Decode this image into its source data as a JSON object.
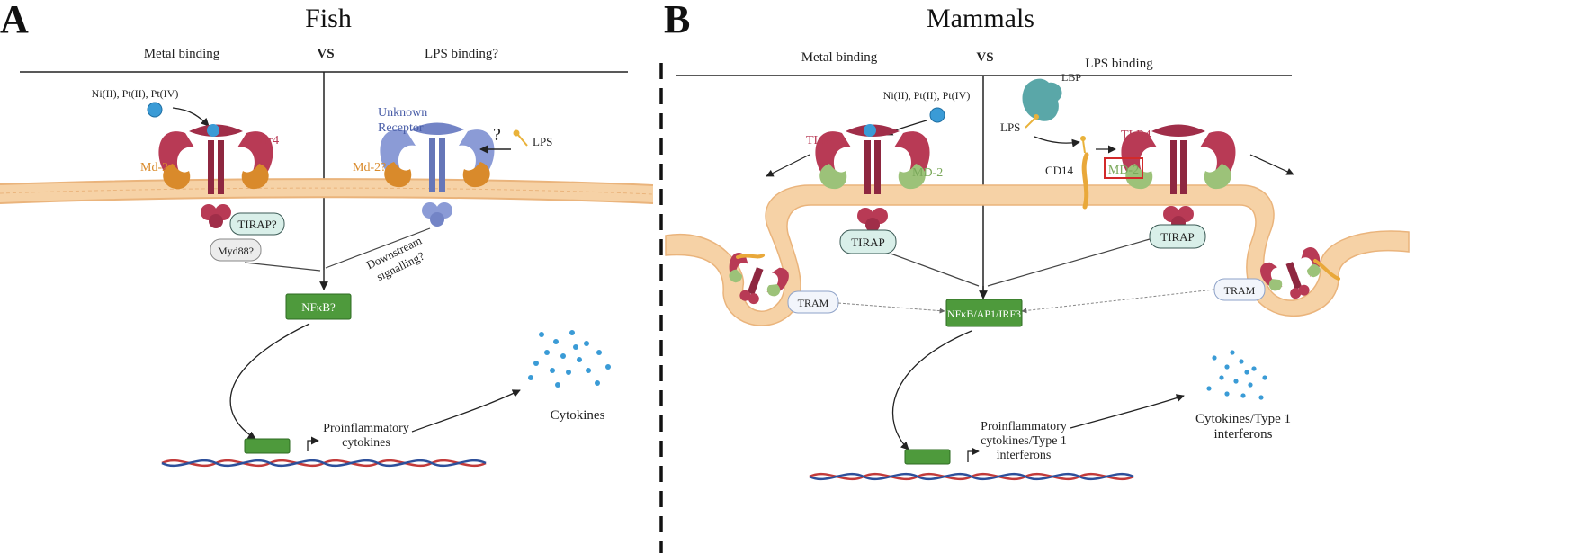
{
  "panel_a": {
    "letter": "A",
    "title": "Fish",
    "left_header": "Metal binding",
    "vs": "VS",
    "right_header": "LPS binding?",
    "metals": "Ni(II), Pt(II), Pt(IV)",
    "tlr_label": "Tlr4",
    "md_label": "Md-2",
    "unknown_receptor_line1": "Unknown",
    "unknown_receptor_line2": "Receptor",
    "question_mark": "?",
    "lps_label": "LPS",
    "md2q_label": "Md-2?",
    "tirap_label": "TIRAP?",
    "myd88_label": "Myd88?",
    "downstream_line1": "Downstream",
    "downstream_line2": "signalling?",
    "nfkb_label": "NFκB?",
    "cytokines_label": "Cytokines",
    "proinflam_line1": "Proinflammatory",
    "proinflam_line2": "cytokines"
  },
  "panel_b": {
    "letter": "B",
    "title": "Mammals",
    "left_header": "Metal binding",
    "vs": "VS",
    "right_header": "LPS binding",
    "metals": "Ni(II), Pt(II), Pt(IV)",
    "lbp_label": "LBP",
    "lps_label": "LPS",
    "tlr4_left": "TLR4",
    "md2_left": "MD-2",
    "cd14_label": "CD14",
    "tlr4_right": "TLR4",
    "md2_right": "MD-2",
    "tirap_left": "TIRAP",
    "tirap_right": "TIRAP",
    "tram_left": "TRAM",
    "tram_right": "TRAM",
    "nfkb_label": "NFκB/AP1/IRF3",
    "cytokines_line1": "Cytokines/Type 1",
    "cytokines_line2": "interferons",
    "proinflam_line1": "Proinflammatory",
    "proinflam_line2": "cytokines/Type 1",
    "proinflam_line3": "interferons"
  },
  "colors": {
    "receptor": "#b83a55",
    "receptor_dark": "#8e2740",
    "md2_fish": "#d98a2b",
    "md2_mammal": "#9cc279",
    "unknown_receptor": "#8b9bd6",
    "membrane": "#f6d2a6",
    "membrane_edge": "#eab47c",
    "nfkb_green": "#4e9a3c",
    "metal_blue": "#3a9bd6",
    "lbp": "#5aa7a8",
    "cd14": "#e9a83a",
    "tirap_fill": "#d9efe9",
    "dna_red": "#c23a3a",
    "dna_blue": "#2d4f9a"
  }
}
